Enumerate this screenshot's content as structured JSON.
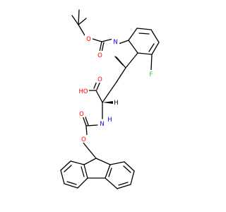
{
  "colors": {
    "background": "#ffffff",
    "bond": "#000000",
    "oxygen": "#ff0000",
    "nitrogen": "#0000ff",
    "fluorine": "#33cc33"
  },
  "atoms": {
    "o_boc_ether": "O",
    "o_boc_carbonyl": "O",
    "n_indole": "N",
    "fluorine": "F",
    "o_acid_carbonyl": "O",
    "oh_acid": "HO",
    "h_stereo": "H",
    "n_amide": "N",
    "h_amide": "H",
    "o_fmoc_carbonyl": "O",
    "o_fmoc_ether": "O"
  }
}
